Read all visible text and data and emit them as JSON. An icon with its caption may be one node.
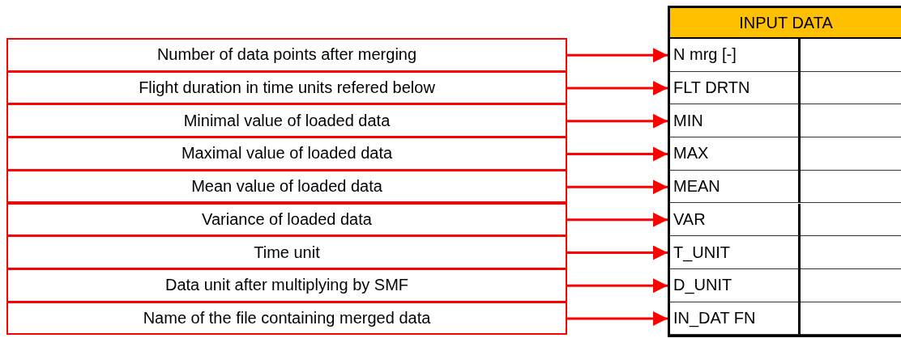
{
  "diagram": {
    "nodes": [
      {
        "text": [
          "Number of data points after merging"
        ]
      },
      {
        "text": [
          "Flight duration in time units refered below"
        ]
      },
      {
        "text": [
          "Minimal value of loaded data"
        ]
      },
      {
        "text": [
          "Maximal value of loaded data"
        ]
      },
      {
        "text": [
          "Mean value of loaded data"
        ]
      },
      {
        "text": [
          "Variance of loaded data"
        ]
      },
      {
        "text": [
          "Time unit"
        ]
      },
      {
        "text": [
          "Data unit after multiplying by SMF"
        ]
      },
      {
        "text": [
          "Name of the file containing merged data"
        ]
      },
      {
        "text": [
          "INPUT DATA"
        ]
      },
      {
        "text": [
          "N mrg [-]"
        ],
        "in": 9
      },
      {
        "text": [
          "FLT DRTN"
        ],
        "in": 9
      },
      {
        "text": [
          "MIN"
        ],
        "in": 9
      },
      {
        "text": [
          "MAX"
        ],
        "in": 9
      },
      {
        "text": [
          "MEAN"
        ],
        "in": 9
      },
      {
        "text": [
          "VAR"
        ],
        "in": 9
      },
      {
        "text": [
          "T_UNIT"
        ],
        "in": 9
      },
      {
        "text": [
          "D_UNIT"
        ],
        "in": 9
      },
      {
        "text": [
          "IN_DAT FN"
        ],
        "in": 9
      }
    ],
    "edges": [
      {
        "from": 0,
        "to": 10,
        "arrow": "to"
      },
      {
        "from": 1,
        "to": 11,
        "arrow": "to"
      },
      {
        "from": 2,
        "to": 12,
        "arrow": "to"
      },
      {
        "from": 3,
        "to": 13,
        "arrow": "to"
      },
      {
        "from": 4,
        "to": 14,
        "arrow": "to"
      },
      {
        "from": 5,
        "to": 15,
        "arrow": "to"
      },
      {
        "from": 6,
        "to": 16,
        "arrow": "to"
      },
      {
        "from": 7,
        "to": 17,
        "arrow": "to"
      },
      {
        "from": 8,
        "to": 18,
        "arrow": "to"
      }
    ]
  }
}
